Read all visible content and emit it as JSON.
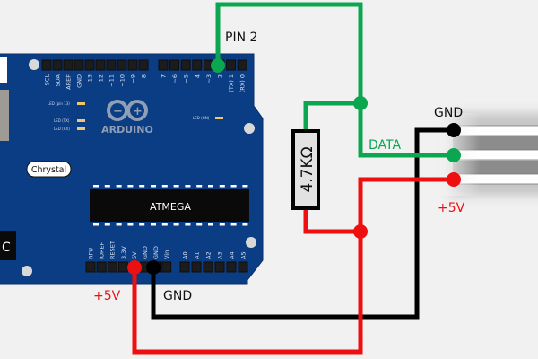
{
  "diagram": {
    "title": "Arduino to DS18B20 one-wire temperature sensor wiring",
    "colors": {
      "background": "#f1f1f1",
      "board": "#0b3d85",
      "board_edge": "#06306d",
      "data_wire": "#0aa650",
      "power_wire": "#ee1010",
      "ground_wire": "#000000",
      "chip": "#0a0a0a",
      "label_white": "#ffffff",
      "silk_label": "#cfd9ea"
    },
    "board": {
      "logo_text": "ARDUINO",
      "logo_minus": "−",
      "logo_plus": "+",
      "chip_label": "ATMEGA",
      "crystal_label": "Chrystal",
      "left_box_label": "C",
      "led_labels": {
        "pin13": "LED (pin 13)",
        "tx": "LED (TX)",
        "rx": "LED (RX)",
        "on": "LED (ON)"
      },
      "digital_header_left": [
        "SCL",
        "SDA",
        "AREF",
        "GND",
        "13",
        "12",
        "~11",
        "~10",
        "~9",
        "8"
      ],
      "digital_header_right": [
        "7",
        "~6",
        "~5",
        "4",
        "~3",
        "2",
        "(TX) 1",
        "(RX) 0"
      ],
      "power_header": [
        "RFU",
        "IOREF",
        "RESET",
        "3.3V",
        "5V",
        "GND",
        "GND",
        "Vin"
      ],
      "analog_header": [
        "A0",
        "A1",
        "A2",
        "A3",
        "A4",
        "A5"
      ]
    },
    "resistor": {
      "label": "4.7KΩ"
    },
    "labels": {
      "pin2": "PIN 2",
      "data": "DATA",
      "gnd_sensor": "GND",
      "plus5v_sensor": "+5V",
      "plus5v_board": "+5V",
      "gnd_board": "GND"
    },
    "connections": [
      {
        "from": "Arduino pin 2",
        "to": "Sensor DATA",
        "color": "green"
      },
      {
        "from": "Arduino 5V",
        "to": "Sensor +5V",
        "color": "red"
      },
      {
        "from": "Arduino GND",
        "to": "Sensor GND",
        "color": "black"
      },
      {
        "from": "Sensor DATA",
        "to": "Sensor +5V",
        "via": "4.7KΩ pull-up resistor"
      }
    ]
  }
}
